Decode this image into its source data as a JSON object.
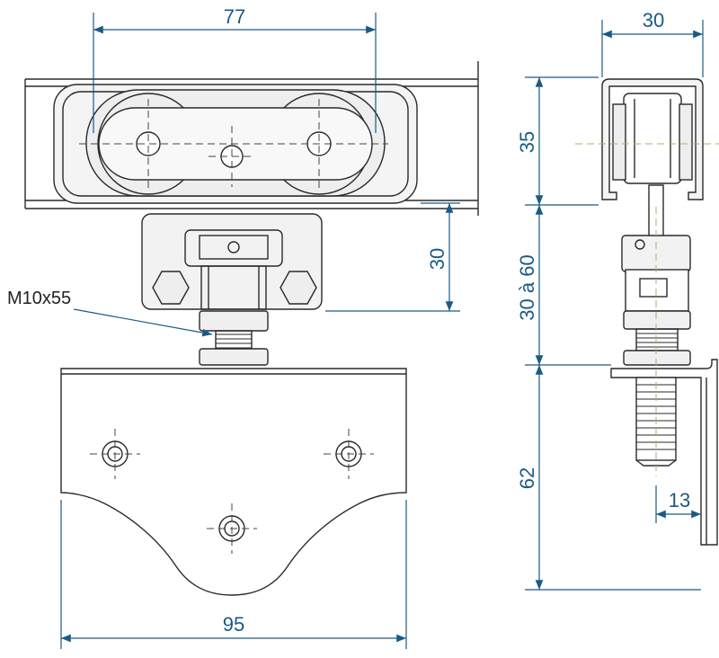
{
  "drawing": {
    "dimensions": {
      "rail_hole_spacing": "77",
      "rail_width": "30",
      "rail_height": "35",
      "hanger_height": "30",
      "adjustment_range": "30 à 60",
      "bracket_height": "62",
      "bracket_offset": "13",
      "plate_width": "95"
    },
    "labels": {
      "bolt": "M10x55"
    },
    "colors": {
      "line": "#2a2a2a",
      "dimension": "#1a5a86",
      "centerline": "#9ab86a",
      "part_fill": "#f2f2f2"
    }
  }
}
